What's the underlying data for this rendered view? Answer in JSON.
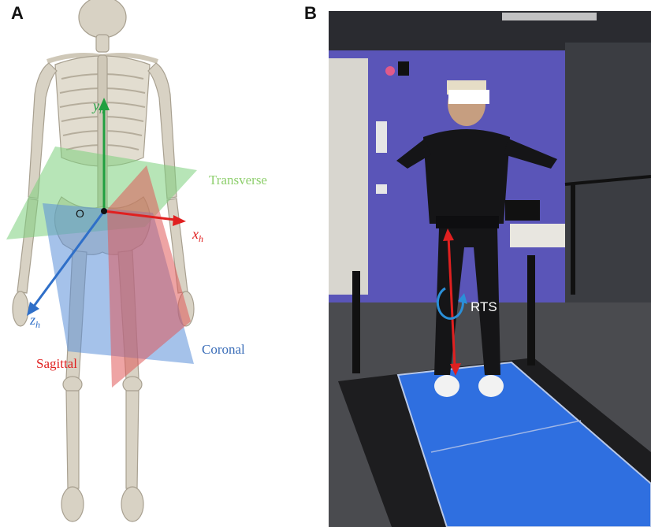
{
  "panels": {
    "a": {
      "letter": "A",
      "planes": {
        "transverse": "Transverse",
        "coronal": "Coronal",
        "sagittal": "Sagittal"
      },
      "origin": "O",
      "axes": {
        "x": {
          "base": "x",
          "sub": "h"
        },
        "y": {
          "base": "y",
          "sub": "h"
        },
        "z": {
          "base": "z",
          "sub": "h"
        }
      },
      "colors": {
        "transverse": "#7bd07b",
        "coronal": "#5b8fd8",
        "sagittal": "#e05a5a",
        "x_axis": "#e02020",
        "y_axis": "#20a040",
        "z_axis": "#2f6fc8"
      }
    },
    "b": {
      "letter": "B",
      "annotation": "RTS",
      "colors": {
        "arrow": "#e02020",
        "rotation": "#2a8fd8",
        "wall": "#5a55b8",
        "mat": "#2f6fe0"
      }
    }
  }
}
